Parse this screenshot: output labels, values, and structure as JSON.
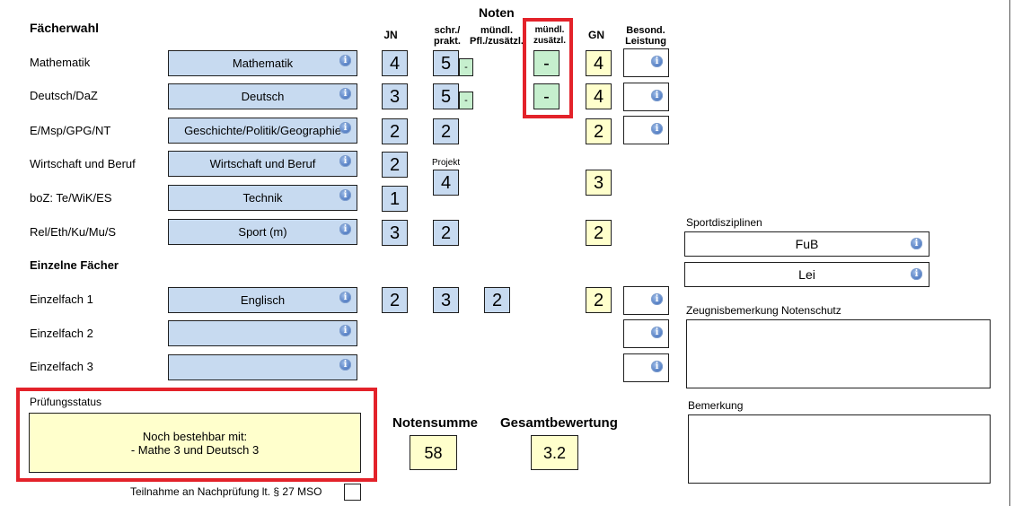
{
  "headers": {
    "faecherwahl": "Fächerwahl",
    "noten": "Noten",
    "jn": "JN",
    "schr_prakt_1": "schr./",
    "schr_prakt_2": "prakt.",
    "muendl_pfl_1": "mündl.",
    "muendl_pfl_2": "Pfl./zusätzl.",
    "muendl_zus_1": "mündl.",
    "muendl_zus_2": "zusätzl.",
    "gn": "GN",
    "besond_1": "Besond.",
    "besond_2": "Leistung",
    "einzelne_faecher": "Einzelne Fächer",
    "projekt": "Projekt"
  },
  "info_glyph": "i",
  "rows": [
    {
      "label": "Mathematik",
      "field": "Mathematik",
      "jn": "4",
      "schr": "5",
      "small": "-",
      "zus": "-",
      "gn": "4"
    },
    {
      "label": "Deutsch/DaZ",
      "field": "Deutsch",
      "jn": "3",
      "schr": "5",
      "small": "-",
      "zus": "-",
      "gn": "4"
    },
    {
      "label": "E/Msp/GPG/NT",
      "field": "Geschichte/Politik/Geographie",
      "jn": "2",
      "schr": "2",
      "gn": "2"
    },
    {
      "label": "Wirtschaft und Beruf",
      "field": "Wirtschaft und Beruf",
      "jn": "2",
      "schr": "4",
      "gn": "3"
    },
    {
      "label": "boZ: Te/WiK/ES",
      "field": "Technik",
      "jn": "1"
    },
    {
      "label": "Rel/Eth/Ku/Mu/S",
      "field": "Sport (m)",
      "jn": "3",
      "schr": "2",
      "gn": "2"
    }
  ],
  "einzel": [
    {
      "label": "Einzelfach 1",
      "field": "Englisch",
      "jn": "2",
      "schr": "3",
      "pfl": "2",
      "gn": "2"
    },
    {
      "label": "Einzelfach 2",
      "field": ""
    },
    {
      "label": "Einzelfach 3",
      "field": ""
    }
  ],
  "sport": {
    "title": "Sportdisziplinen",
    "items": [
      "FuB",
      "Lei"
    ]
  },
  "zeugnis": {
    "title": "Zeugnisbemerkung Notenschutz"
  },
  "bemerkung": {
    "title": "Bemerkung"
  },
  "pruefung": {
    "title": "Prüfungsstatus",
    "line1": "Noch bestehbar mit:",
    "line2": "- Mathe 3 und Deutsch 3"
  },
  "summary": {
    "notensumme_label": "Notensumme",
    "notensumme": "58",
    "gesamt_label": "Gesamtbewertung",
    "gesamt": "3.2"
  },
  "nachpruefung": {
    "label": "Teilnahme an Nachprüfung lt. § 27 MSO"
  },
  "colors": {
    "field_blue": "#c7daf0",
    "grade_yellow": "#ffffcc",
    "grade_green": "#c6efce",
    "highlight_red": "#e3222a"
  }
}
